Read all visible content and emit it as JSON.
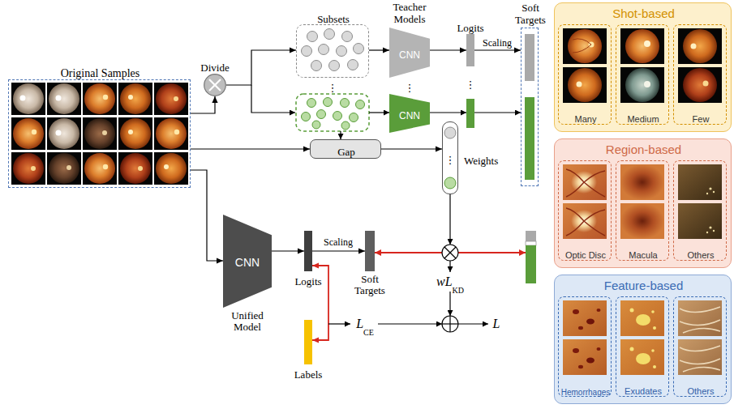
{
  "diagram": {
    "nodes": [
      {
        "text": [
          "Original Samples"
        ]
      },
      {
        "text": [
          "Divide"
        ]
      },
      {
        "text": [
          "Subsets"
        ]
      },
      {
        "text": [
          "Teacher Models",
          "CNN"
        ]
      },
      {
        "text": [
          "CNN"
        ]
      },
      {
        "text": [
          "Logits"
        ]
      },
      {
        "text": [
          "Soft Targets"
        ]
      },
      {
        "text": [
          "Gap"
        ]
      },
      {
        "text": [
          "Weights"
        ]
      },
      {
        "text": [
          "CNN",
          "Unified Model"
        ]
      },
      {
        "text": [
          "Logits"
        ]
      },
      {
        "text": [
          "Soft Targets"
        ]
      },
      {
        "text": [
          "Labels"
        ]
      },
      {
        "text": [
          "Shot-based"
        ]
      },
      {
        "text": [
          "Many"
        ],
        "in": 13
      },
      {
        "text": [
          "Medium"
        ],
        "in": 13
      },
      {
        "text": [
          "Few"
        ],
        "in": 13
      },
      {
        "text": [
          "Region-based"
        ]
      },
      {
        "text": [
          "Optic Disc"
        ],
        "in": 17
      },
      {
        "text": [
          "Macula"
        ],
        "in": 17
      },
      {
        "text": [
          "Others"
        ],
        "in": 17
      },
      {
        "text": [
          "Feature-based"
        ]
      },
      {
        "text": [
          "Hemorrhages"
        ],
        "in": 21
      },
      {
        "text": [
          "Exudates"
        ],
        "in": 21
      },
      {
        "text": [
          "Others"
        ],
        "in": 21
      }
    ],
    "edges": [
      {
        "from": 0,
        "to": 1,
        "arrow": "to"
      },
      {
        "from": 1,
        "to": 2,
        "arrow": "to"
      },
      {
        "from": 2,
        "to": 3,
        "arrow": "to"
      },
      {
        "from": 3,
        "to": 5,
        "arrow": "to"
      },
      {
        "from": 5,
        "to": 6,
        "arrow": "to",
        "label": "Scaling"
      },
      {
        "from": 0,
        "to": 7,
        "arrow": "to"
      },
      {
        "from": 7,
        "to": 8,
        "arrow": "to"
      },
      {
        "from": 0,
        "to": 9,
        "arrow": "to"
      },
      {
        "from": 9,
        "to": 10,
        "arrow": "to"
      },
      {
        "from": 10,
        "to": 11,
        "arrow": "to",
        "label": "Scaling"
      },
      {
        "from": 12,
        "to": 10,
        "arrow": "both"
      }
    ],
    "labels": [
      "⋮",
      "⋮",
      "⋮",
      "⋮",
      "wL",
      "KD",
      "L",
      "CE",
      "L"
    ]
  }
}
